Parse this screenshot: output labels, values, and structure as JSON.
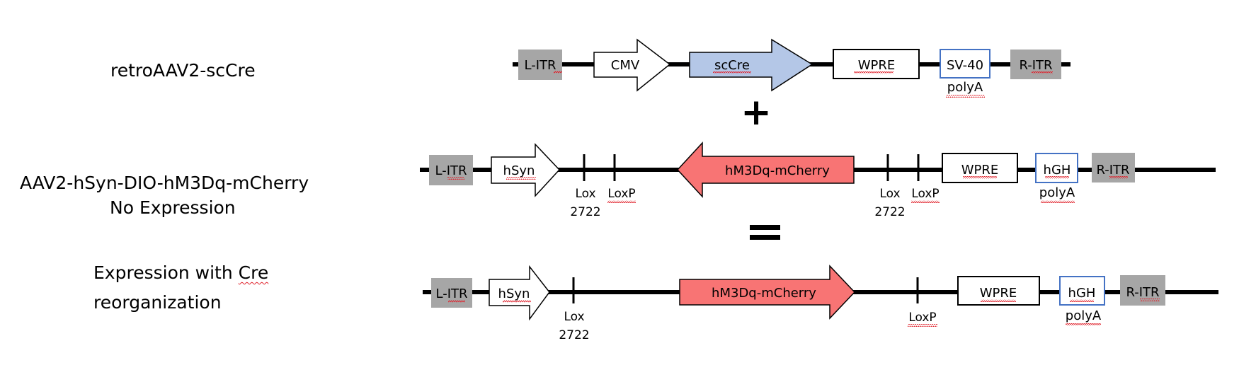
{
  "colors": {
    "backbone": "#000000",
    "itr_fill": "#a6a6a6",
    "cre_fill": "#b4c7e7",
    "cherry_fill": "#f87474",
    "polya_border": "#4472c4",
    "spellcheck": "#e0202a"
  },
  "labels": {
    "row1": "retroAAV2-scCre",
    "row2_line1": "AAV2-hSyn-DIO-hM3Dq-mCherry",
    "row2_line2": "No Expression",
    "row3_line1_a": "Expression with ",
    "row3_line1_b": "Cre",
    "row3_line2": "reorganization"
  },
  "operators": {
    "plus": "+",
    "equals": "="
  },
  "constructs": [
    {
      "name": "retroAAV2-scCre",
      "elements": [
        {
          "type": "itr",
          "text": "L-ITR"
        },
        {
          "type": "promoter-arrow",
          "text": "CMV",
          "direction": "right"
        },
        {
          "type": "gene-arrow",
          "text": "scCre",
          "direction": "right"
        },
        {
          "type": "box",
          "text": "WPRE"
        },
        {
          "type": "polya",
          "text": "SV-40",
          "subtext": "polyA"
        },
        {
          "type": "itr",
          "text": "R-ITR"
        }
      ]
    },
    {
      "name": "AAV2-hSyn-DIO-hM3Dq-mCherry",
      "elements": [
        {
          "type": "itr",
          "text": "L-ITR"
        },
        {
          "type": "promoter-arrow",
          "text": "hSyn",
          "direction": "right"
        },
        {
          "type": "site",
          "text": "Lox",
          "subtext": "2722"
        },
        {
          "type": "site",
          "text": "LoxP"
        },
        {
          "type": "gene-arrow",
          "text": "hM3Dq-mCherry",
          "direction": "left"
        },
        {
          "type": "site",
          "text": "Lox",
          "subtext": "2722"
        },
        {
          "type": "site",
          "text": "LoxP"
        },
        {
          "type": "box",
          "text": "WPRE"
        },
        {
          "type": "polya",
          "text": "hGH",
          "subtext": "polyA"
        },
        {
          "type": "itr",
          "text": "R-ITR"
        }
      ]
    },
    {
      "name": "Expression with Cre reorganization",
      "elements": [
        {
          "type": "itr",
          "text": "L-ITR"
        },
        {
          "type": "promoter-arrow",
          "text": "hSyn",
          "direction": "right"
        },
        {
          "type": "site",
          "text": "Lox",
          "subtext": "2722"
        },
        {
          "type": "gene-arrow",
          "text": "hM3Dq-mCherry",
          "direction": "right"
        },
        {
          "type": "site",
          "text": "LoxP"
        },
        {
          "type": "box",
          "text": "WPRE"
        },
        {
          "type": "polya",
          "text": "hGH",
          "subtext": "polyA"
        },
        {
          "type": "itr",
          "text": "R-ITR"
        }
      ]
    }
  ]
}
